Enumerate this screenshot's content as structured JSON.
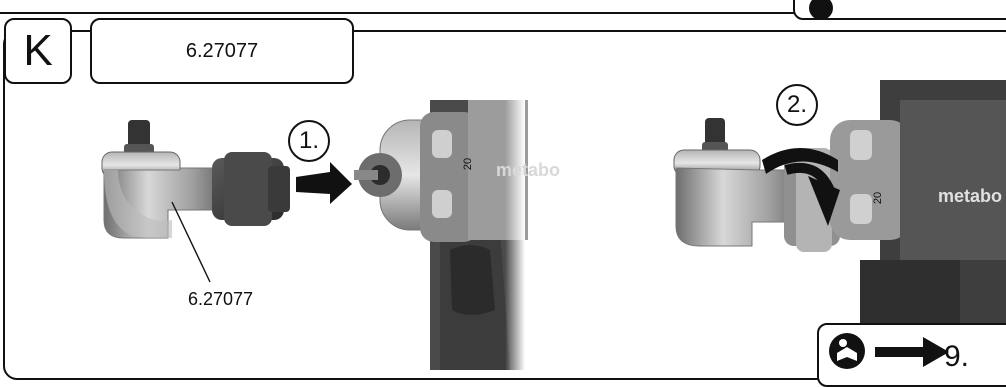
{
  "panel": {
    "letter": "K"
  },
  "header": {
    "part_number": "6.27077"
  },
  "steps": [
    {
      "label": "1."
    },
    {
      "label": "2."
    }
  ],
  "callout": {
    "part_number": "6.27077"
  },
  "drill": {
    "brand": "metabo",
    "scale_value": "20"
  },
  "reference": {
    "icon": "read-manual-icon",
    "arrow": "arrow-right-icon",
    "page": "9."
  }
}
